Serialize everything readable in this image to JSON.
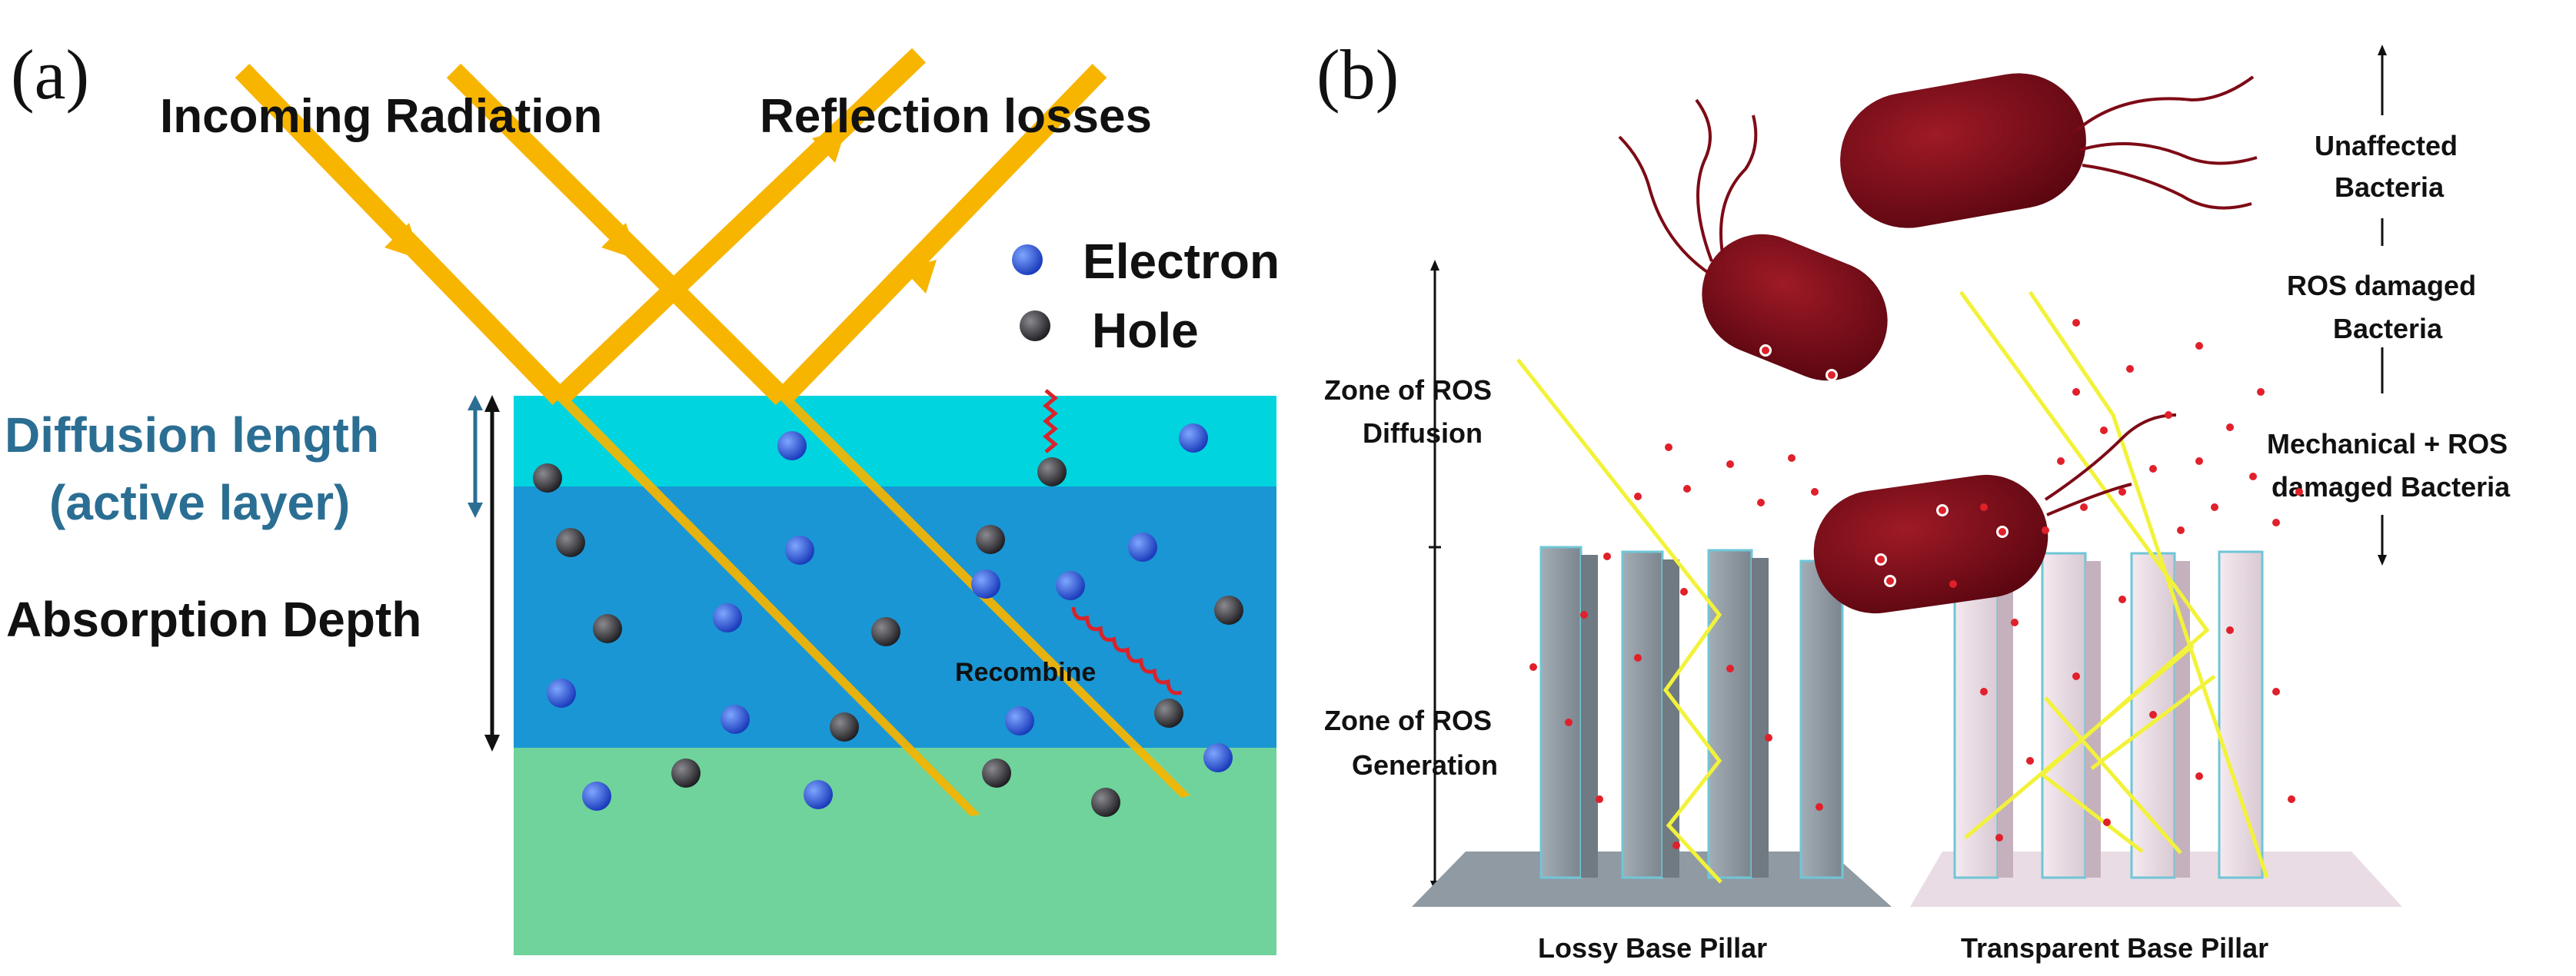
{
  "panel_a": {
    "label": "(a)",
    "incoming_radiation": "Incoming Radiation",
    "reflection_losses": "Reflection losses",
    "legend": {
      "electron": "Electron",
      "hole": "Hole",
      "electron_color": "#1f4fd6",
      "hole_color": "#2a2a2e"
    },
    "diffusion_length_line1": "Diffusion length",
    "diffusion_length_line2": "(active layer)",
    "absorption_depth": "Absorption Depth",
    "recombine": "Recombine",
    "colors": {
      "ray": "#f7b500",
      "active_layer": "#00d4de",
      "absorption_layer": "#1a96d4",
      "substrate": "#6fd39b",
      "recombination_wave": "#d8232a"
    }
  },
  "panel_b": {
    "label": "(b)",
    "zone_diffusion_line1": "Zone of ROS",
    "zone_diffusion_line2": "Diffusion",
    "zone_generation_line1": "Zone of ROS",
    "zone_generation_line2": "Generation",
    "unaffected_line1": "Unaffected",
    "unaffected_line2": "Bacteria",
    "ros_damaged_line1": "ROS damaged",
    "ros_damaged_line2": "Bacteria",
    "mechanical_line1": "Mechanical + ROS",
    "mechanical_line2": "damaged Bacteria",
    "lossy_label": "Lossy Base Pillar",
    "transparent_label": "Transparent Base Pillar",
    "colors": {
      "bacteria": "#7d0a16",
      "light_path": "#f2f23a",
      "lossy_pillar": "#8f9aa3",
      "transparent_pillar": "#eadce4",
      "ros": "#e0202a"
    }
  }
}
